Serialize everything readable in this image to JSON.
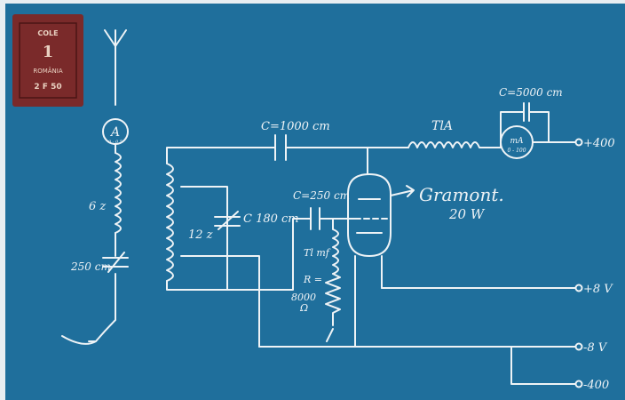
{
  "colors": {
    "paper": "#1f6f9c",
    "ink": "#eef3f6",
    "stamp": "#7a2a2a",
    "stamp_dark": "#4a1414"
  },
  "stamp": {
    "lines": [
      "COLE",
      "1",
      "ROMÂNIA",
      "2 F 50"
    ]
  },
  "antenna": {
    "ammeter_letter": "A",
    "ammeter_range": "0 - 0,5",
    "inductor_label": "6 z",
    "capacitor_label": "250 cm"
  },
  "circuit": {
    "coupling_cap": "C=1000 cm",
    "choke": "TlA",
    "bypass_cap": "C=5000 cm",
    "plate_meter": "mA",
    "plate_meter_range": "0 - 100",
    "grid_cap": "C=250 cm",
    "tank_cap": "C 180 cm",
    "tank_coil": "12 z",
    "grid_choke": "Tl mf",
    "grid_resistor_label": "R =",
    "grid_resistor_value": "8000",
    "grid_resistor_unit": "Ω",
    "tube_name": "Gramont.",
    "tube_power": "20 W"
  },
  "terminals": [
    "+400",
    "+8 V",
    "-8 V",
    "-400"
  ]
}
